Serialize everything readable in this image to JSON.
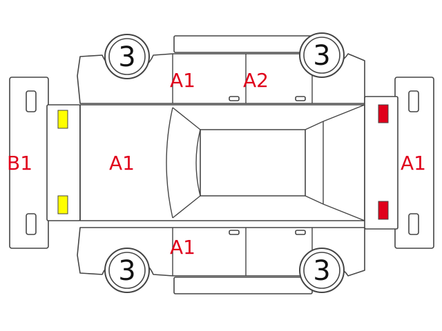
{
  "marks": {
    "front_bumper": "B1",
    "hood": "A1",
    "front_door_upper": "A1",
    "rear_door_upper": "A2",
    "front_door_lower": "A1",
    "rear_area": "A1"
  },
  "wheels": {
    "front_upper": "3",
    "rear_upper": "3",
    "front_lower": "3",
    "rear_lower": "3"
  },
  "colors": {
    "code_text": "#e0001b",
    "front_lights": "#ffff00",
    "rear_lights": "#e0001b",
    "outline": "#444444"
  }
}
